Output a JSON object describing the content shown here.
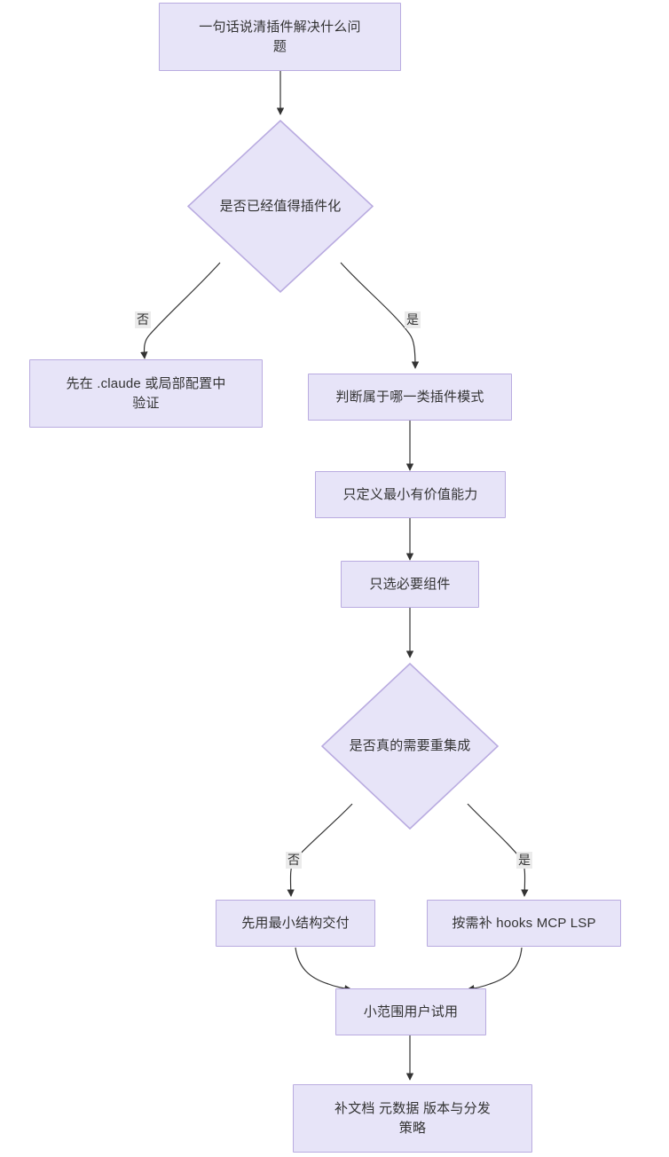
{
  "diagram": {
    "type": "flowchart",
    "direction": "top-to-bottom",
    "theme": {
      "node_fill": "#e7e4f8",
      "node_border": "#b9abe0",
      "text_color": "#333333",
      "edge_color": "#333333",
      "edge_label_bg": "#ebebeb",
      "background": "#ffffff"
    },
    "nodes": [
      {
        "id": "n1",
        "shape": "rect",
        "label": "一句话说清插件解决什么问\n题"
      },
      {
        "id": "n2",
        "shape": "diamond",
        "label": "是否已经值得插件化"
      },
      {
        "id": "n3",
        "shape": "rect",
        "label": "先在 .claude 或局部配置中\n验证"
      },
      {
        "id": "n4",
        "shape": "rect",
        "label": "判断属于哪一类插件模式"
      },
      {
        "id": "n5",
        "shape": "rect",
        "label": "只定义最小有价值能力"
      },
      {
        "id": "n6",
        "shape": "rect",
        "label": "只选必要组件"
      },
      {
        "id": "n7",
        "shape": "diamond",
        "label": "是否真的需要重集成"
      },
      {
        "id": "n8",
        "shape": "rect",
        "label": "先用最小结构交付"
      },
      {
        "id": "n9",
        "shape": "rect",
        "label": "按需补 hooks MCP LSP"
      },
      {
        "id": "n10",
        "shape": "rect",
        "label": "小范围用户试用"
      },
      {
        "id": "n11",
        "shape": "rect",
        "label": "补文档 元数据 版本与分发\n策略"
      }
    ],
    "edges": [
      {
        "from": "n1",
        "to": "n2",
        "label": ""
      },
      {
        "from": "n2",
        "to": "n3",
        "label": "否"
      },
      {
        "from": "n2",
        "to": "n4",
        "label": "是"
      },
      {
        "from": "n4",
        "to": "n5",
        "label": ""
      },
      {
        "from": "n5",
        "to": "n6",
        "label": ""
      },
      {
        "from": "n6",
        "to": "n7",
        "label": ""
      },
      {
        "from": "n7",
        "to": "n8",
        "label": "否"
      },
      {
        "from": "n7",
        "to": "n9",
        "label": "是"
      },
      {
        "from": "n8",
        "to": "n10",
        "label": ""
      },
      {
        "from": "n9",
        "to": "n10",
        "label": ""
      },
      {
        "from": "n10",
        "to": "n11",
        "label": ""
      }
    ],
    "edge_labels": {
      "no_1": "否",
      "yes_1": "是",
      "no_2": "否",
      "yes_2": "是"
    }
  }
}
